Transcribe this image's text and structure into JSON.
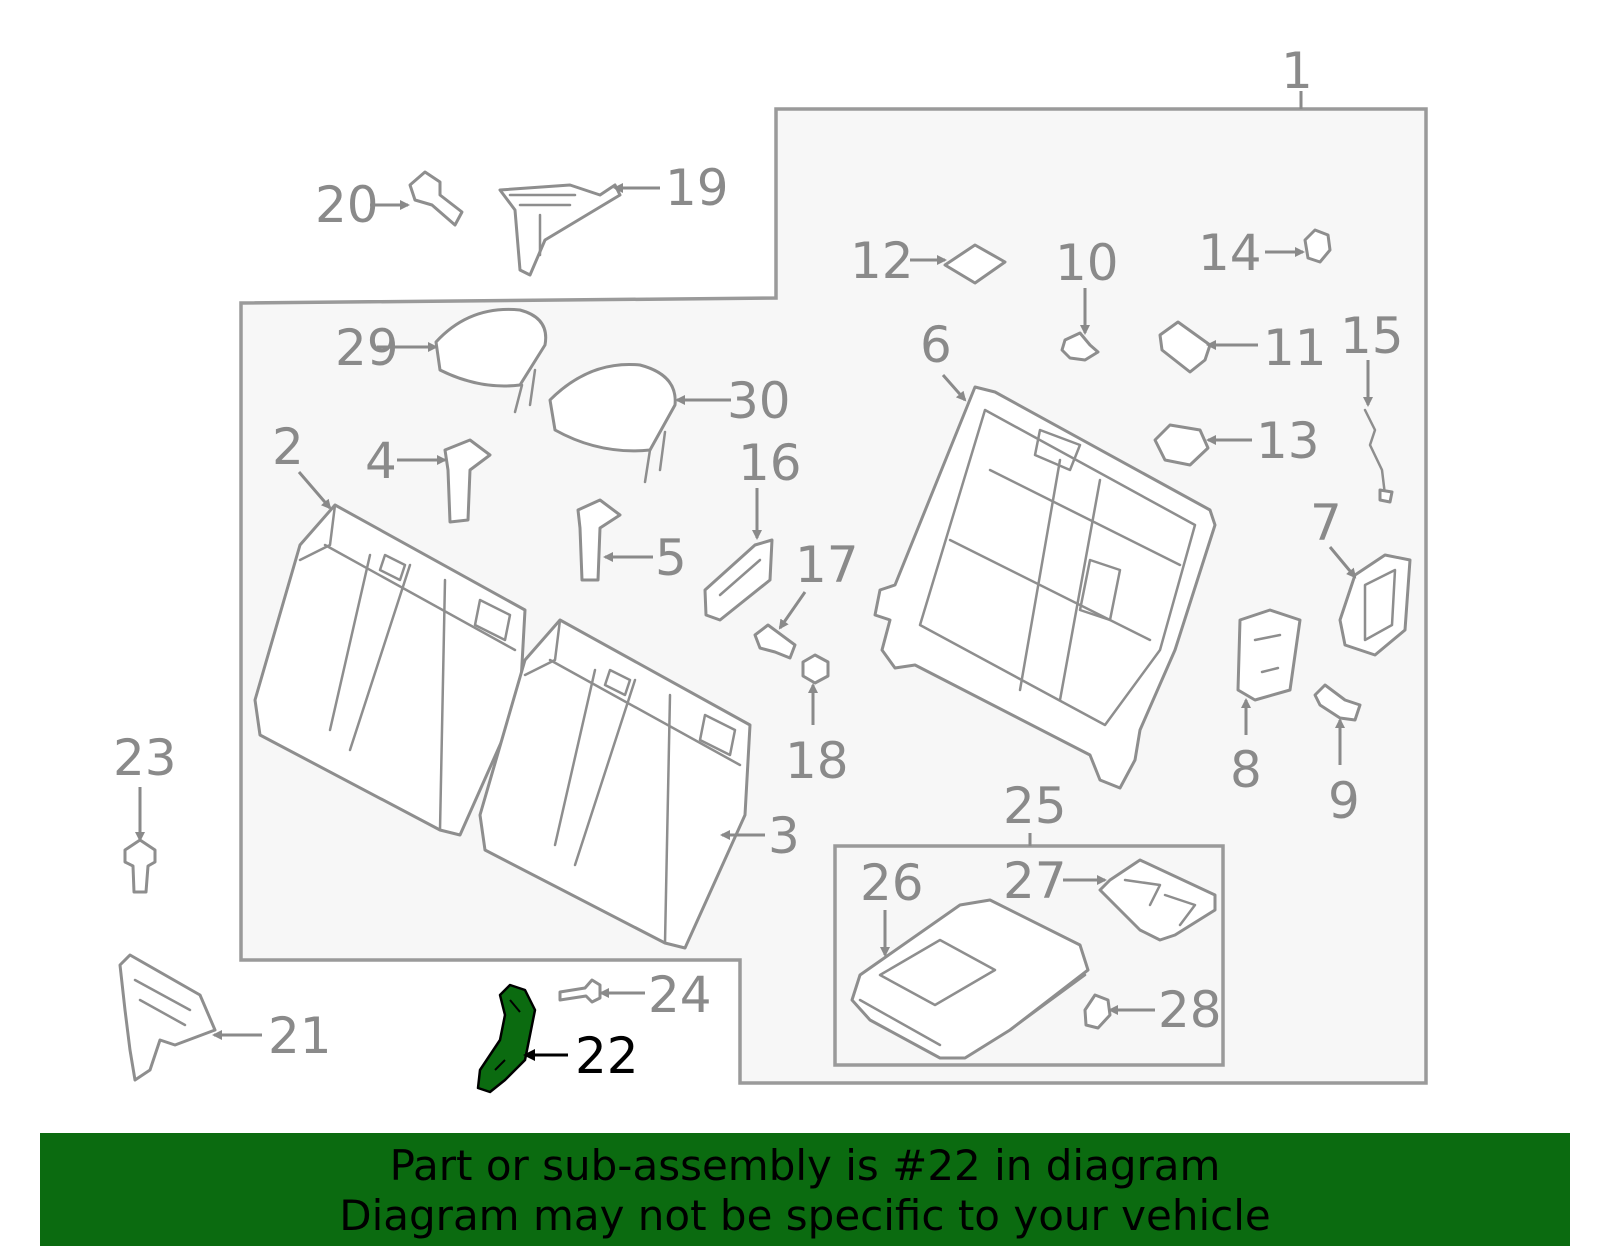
{
  "diagram": {
    "callouts": [
      {
        "id": "1",
        "label": "1"
      },
      {
        "id": "2",
        "label": "2"
      },
      {
        "id": "3",
        "label": "3"
      },
      {
        "id": "4",
        "label": "4"
      },
      {
        "id": "5",
        "label": "5"
      },
      {
        "id": "6",
        "label": "6"
      },
      {
        "id": "7",
        "label": "7"
      },
      {
        "id": "8",
        "label": "8"
      },
      {
        "id": "9",
        "label": "9"
      },
      {
        "id": "10",
        "label": "10"
      },
      {
        "id": "11",
        "label": "11"
      },
      {
        "id": "12",
        "label": "12"
      },
      {
        "id": "13",
        "label": "13"
      },
      {
        "id": "14",
        "label": "14"
      },
      {
        "id": "15",
        "label": "15"
      },
      {
        "id": "16",
        "label": "16"
      },
      {
        "id": "17",
        "label": "17"
      },
      {
        "id": "18",
        "label": "18"
      },
      {
        "id": "19",
        "label": "19"
      },
      {
        "id": "20",
        "label": "20"
      },
      {
        "id": "21",
        "label": "21"
      },
      {
        "id": "22",
        "label": "22"
      },
      {
        "id": "23",
        "label": "23"
      },
      {
        "id": "24",
        "label": "24"
      },
      {
        "id": "25",
        "label": "25"
      },
      {
        "id": "26",
        "label": "26"
      },
      {
        "id": "27",
        "label": "27"
      },
      {
        "id": "28",
        "label": "28"
      },
      {
        "id": "29",
        "label": "29"
      },
      {
        "id": "30",
        "label": "30"
      }
    ],
    "highlighted_part": "22",
    "colors": {
      "line": "#8e8e8e",
      "highlight": "#0b6b10",
      "banner": "#0b6b10",
      "banner_text": "#000000"
    }
  },
  "banner": {
    "line1": "Part or sub-assembly is #22 in diagram",
    "line2": "Diagram may not be specific to your vehicle"
  }
}
